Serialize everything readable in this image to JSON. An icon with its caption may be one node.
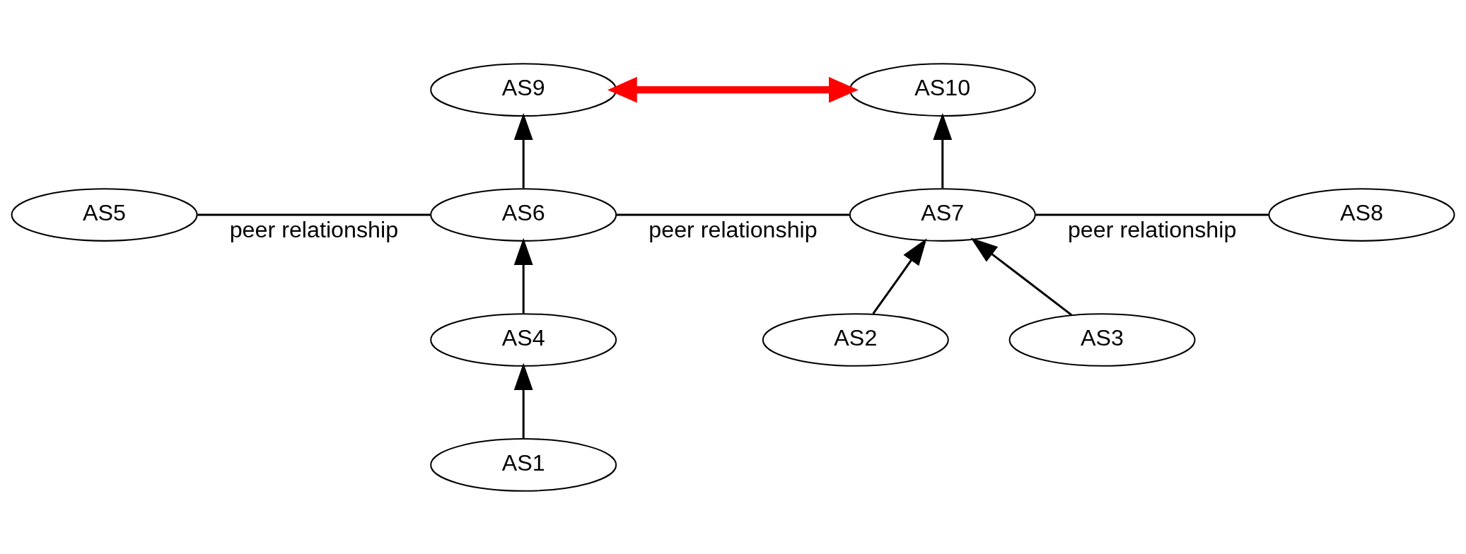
{
  "diagram": {
    "nodes": [
      {
        "text": [
          "AS9"
        ]
      },
      {
        "text": [
          "AS10"
        ]
      },
      {
        "text": [
          "AS5"
        ]
      },
      {
        "text": [
          "AS6"
        ]
      },
      {
        "text": [
          "AS7"
        ]
      },
      {
        "text": [
          "AS8"
        ]
      },
      {
        "text": [
          "AS4"
        ]
      },
      {
        "text": [
          "AS2"
        ]
      },
      {
        "text": [
          "AS3"
        ]
      },
      {
        "text": [
          "AS1"
        ]
      }
    ],
    "edges": [
      {
        "from": 3,
        "to": 0,
        "arrow": "to"
      },
      {
        "from": 4,
        "to": 1,
        "arrow": "to"
      },
      {
        "from": 2,
        "to": 3,
        "arrow": "none",
        "label": "peer relationship"
      },
      {
        "from": 3,
        "to": 4,
        "arrow": "none",
        "label": "peer relationship"
      },
      {
        "from": 4,
        "to": 5,
        "arrow": "none",
        "label": "peer relationship"
      },
      {
        "from": 6,
        "to": 3,
        "arrow": "to"
      },
      {
        "from": 9,
        "to": 6,
        "arrow": "to"
      },
      {
        "from": 7,
        "to": 4,
        "arrow": "to"
      },
      {
        "from": 8,
        "to": 4,
        "arrow": "to"
      },
      {
        "from": 0,
        "to": 1,
        "arrow": "both",
        "style": "thick",
        "color": "#ff0000"
      }
    ]
  }
}
